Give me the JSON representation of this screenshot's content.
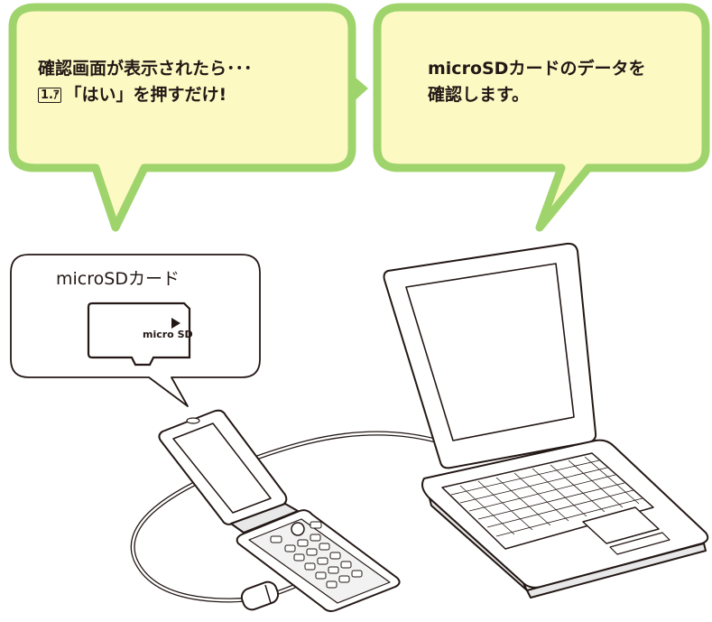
{
  "bubble_left": {
    "line1": "確認画面が表示されたら･･･",
    "key_label": "1.ｱ",
    "line2": "「はい」を押すだけ!"
  },
  "bubble_right": {
    "line1": "microSDカードのデータを",
    "line2": "確認します。"
  },
  "card_callout": {
    "title": "microSDカード",
    "logo": "micro SD"
  },
  "colors": {
    "bubble_fill": "#fcf9c3",
    "bubble_border": "#9fd46c",
    "outline": "#231815"
  }
}
